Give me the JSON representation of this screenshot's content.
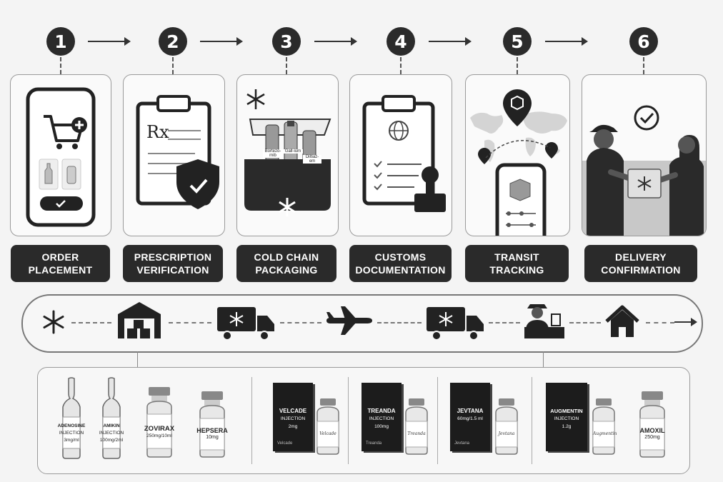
{
  "steps": [
    {
      "number": "1",
      "label_line1": "ORDER",
      "label_line2": "PLACEMENT",
      "icon": "shopping-cart-phone-icon"
    },
    {
      "number": "2",
      "label_line1": "PRESCRIPTION",
      "label_line2": "VERIFICATION",
      "icon": "clipboard-rx-shield-icon"
    },
    {
      "number": "3",
      "label_line1": "COLD CHAIN",
      "label_line2": "PACKAGING",
      "icon": "cooler-box-icon"
    },
    {
      "number": "4",
      "label_line1": "CUSTOMS",
      "label_line2": "DOCUMENTATION",
      "icon": "customs-clipboard-stamp-icon"
    },
    {
      "number": "5",
      "label_line1": "TRANSIT",
      "label_line2": "TRACKING",
      "icon": "world-map-tracking-icon"
    },
    {
      "number": "6",
      "label_line1": "DELIVERY",
      "label_line2": "CONFIRMATION",
      "icon": "courier-handoff-icon"
    }
  ],
  "card_text": {
    "rx": "Rx",
    "cooler_vial_1": "Bortezo-mib",
    "cooler_vial_2": "Gall-ium",
    "cooler_vial_3": "Diltiaz-em"
  },
  "transport_icons": [
    "snowflake-icon",
    "warehouse-icon",
    "refrigerated-truck-icon",
    "airplane-icon",
    "refrigerated-truck-icon",
    "customs-officer-icon",
    "house-icon"
  ],
  "products": {
    "vials": [
      {
        "line1": "ADENOSINE",
        "line2": "INJECTION",
        "line3": "3mg/ml"
      },
      {
        "line1": "AMIKIN",
        "line2": "INJECTION",
        "line3": "100mg/2ml"
      },
      {
        "line1": "ZOVIRAX",
        "line2": "250mg/10ml",
        "line3": ""
      },
      {
        "line1": "HEPSERA",
        "line2": "10mg",
        "line3": ""
      }
    ],
    "boxed": [
      {
        "line1": "VELCADE",
        "line2": "INJECTION",
        "line3": "2mg",
        "vial_label": "Velcade",
        "box_footer": "Velcade"
      },
      {
        "line1": "TREANDA",
        "line2": "INJECTION",
        "line3": "100mg",
        "vial_label": "Treanda",
        "box_footer": "Treanda"
      },
      {
        "line1": "JEVTANA",
        "line2": "60mg/1.5 ml",
        "line3": "",
        "vial_label": "Jevtana",
        "box_footer": "Jevtana"
      },
      {
        "line1": "AUGMENTIN",
        "line2": "INJECTION",
        "line3": "1.2g",
        "vial_label": "Augmentin",
        "box_footer": ""
      }
    ],
    "last_vial": {
      "line1": "AMOXIL",
      "line2": "250mg"
    }
  },
  "colors": {
    "dark": "#2a2a2a",
    "border": "#9a9a9a",
    "background": "#f4f4f4"
  }
}
